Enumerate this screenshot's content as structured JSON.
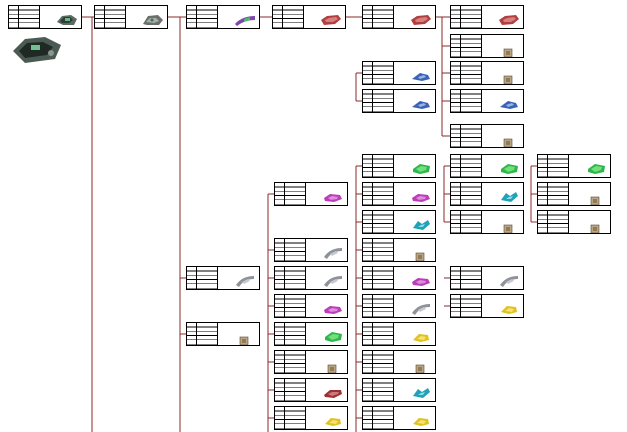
{
  "diagram": {
    "nodes": [
      {
        "id": "n01",
        "thumb": "dash-assembly"
      },
      {
        "id": "n02",
        "thumb": "dash-frame"
      },
      {
        "id": "n03",
        "thumb": "beam-green"
      },
      {
        "id": "n04",
        "thumb": "beam-red"
      },
      {
        "id": "n05",
        "thumb": "beam-red"
      },
      {
        "id": "n06",
        "thumb": "beam-red"
      },
      {
        "id": "n07",
        "thumb": "block"
      },
      {
        "id": "n08",
        "thumb": "block"
      },
      {
        "id": "n09",
        "thumb": "bracket-blue"
      },
      {
        "id": "n10",
        "thumb": "bracket-blue"
      },
      {
        "id": "n11",
        "thumb": "bracket-blue"
      },
      {
        "id": "n12",
        "thumb": "block"
      },
      {
        "id": "n13",
        "thumb": "green-part"
      },
      {
        "id": "n14",
        "thumb": "green-part"
      },
      {
        "id": "n15",
        "thumb": "green-part"
      },
      {
        "id": "n16",
        "thumb": "purple-part"
      },
      {
        "id": "n17",
        "thumb": "purple-part"
      },
      {
        "id": "n18",
        "thumb": "teal-part"
      },
      {
        "id": "n19",
        "thumb": "block"
      },
      {
        "id": "n20",
        "thumb": "teal-part"
      },
      {
        "id": "n21",
        "thumb": "block"
      },
      {
        "id": "n22",
        "thumb": "block"
      },
      {
        "id": "n23",
        "thumb": "grey-part"
      },
      {
        "id": "n24",
        "thumb": "block"
      },
      {
        "id": "n25",
        "thumb": "grey-part"
      },
      {
        "id": "n26",
        "thumb": "grey-part"
      },
      {
        "id": "n27",
        "thumb": "purple-part"
      },
      {
        "id": "n28",
        "thumb": "grey-part"
      },
      {
        "id": "n29",
        "thumb": "purple-part"
      },
      {
        "id": "n30",
        "thumb": "grey-part"
      },
      {
        "id": "n31",
        "thumb": "yellow-part"
      },
      {
        "id": "n32",
        "thumb": "yellow-part"
      },
      {
        "id": "n33",
        "thumb": "block"
      },
      {
        "id": "n34",
        "thumb": "green-part"
      },
      {
        "id": "n35",
        "thumb": "green-part"
      },
      {
        "id": "n36",
        "thumb": "navy-part"
      },
      {
        "id": "n37",
        "thumb": "teal-part"
      },
      {
        "id": "n38",
        "thumb": "teal-part"
      },
      {
        "id": "n39",
        "thumb": "block"
      },
      {
        "id": "n40",
        "thumb": "block"
      },
      {
        "id": "n41",
        "thumb": "red-part"
      },
      {
        "id": "n42",
        "thumb": "block"
      },
      {
        "id": "n43",
        "thumb": "yellow-part"
      },
      {
        "id": "n44",
        "thumb": "yellow-part"
      }
    ]
  },
  "colors": {
    "border": "#000000",
    "connector": "#8b2a2a",
    "qty_bg": "#e4e072"
  }
}
